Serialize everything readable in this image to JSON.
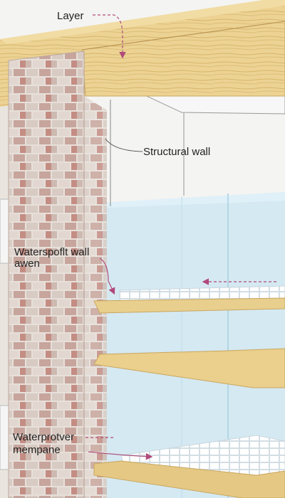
{
  "labels": {
    "layer": "Layer",
    "structural_wall": "Structural wall",
    "waterproof_wall_line1": "Waterspoflt wall",
    "waterproof_wall_line2": "awen",
    "waterproof_membrane_line1": "Waterprotver",
    "waterproof_membrane_line2": "mempane"
  },
  "colors": {
    "wood": "#e9cf8e",
    "wood_dark": "#c9a75e",
    "brick": "#d9cfc9",
    "brick_red": "#c98f86",
    "water": "#cfe6f2",
    "water_edge": "#a9cfe2",
    "arrow": "#b04a7a",
    "membrane": "#ffffff"
  }
}
